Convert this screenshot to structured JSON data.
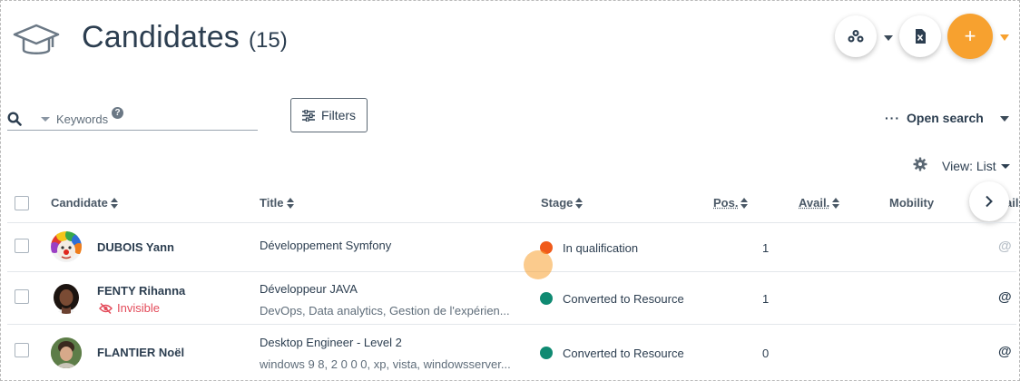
{
  "header": {
    "title": "Candidates",
    "count": "(15)",
    "add_label": "+"
  },
  "search": {
    "keywords_label": "Keywords",
    "help_label": "?",
    "filters_label": "Filters",
    "open_search_dots": "···",
    "open_search_label": "Open search",
    "view_label": "View: List"
  },
  "table": {
    "columns": {
      "candidate": "Candidate",
      "title": "Title",
      "stage": "Stage",
      "pos": "Pos.",
      "avail": "Avail.",
      "mobility": "Mobility",
      "details": "ails"
    },
    "rows": [
      {
        "name": "DUBOIS Yann",
        "title": "Développement Symfony",
        "skills": "",
        "stage": "In qualification",
        "stage_color": "#f05a1a",
        "pos": "1",
        "invisible": ""
      },
      {
        "name": "FENTY Rihanna",
        "title": "Développeur JAVA",
        "skills": "DevOps, Data analytics, Gestion de l'expérien...",
        "stage": "Converted to Resource",
        "stage_color": "#0f8a72",
        "pos": "1",
        "invisible": "Invisible"
      },
      {
        "name": "FLANTIER Noël",
        "title": "Desktop Engineer - Level 2",
        "skills": "windows 9 8, 2 0 0 0, xp, vista, windowsserver...",
        "stage": "Converted to Resource",
        "stage_color": "#0f8a72",
        "pos": "0",
        "invisible": ""
      }
    ]
  },
  "colors": {
    "accent": "#f7a12f",
    "text": "#2c3e50",
    "danger": "#e34b5a"
  },
  "icons": {
    "header": "graduation-cap-icon",
    "group": "group-icon",
    "excel": "excel-file-icon",
    "search": "search-icon",
    "filters": "sliders-icon",
    "settings": "gear-icon",
    "next": "chevron-right-icon",
    "email": "at-sign-icon",
    "invisible": "eye-slash-icon"
  }
}
